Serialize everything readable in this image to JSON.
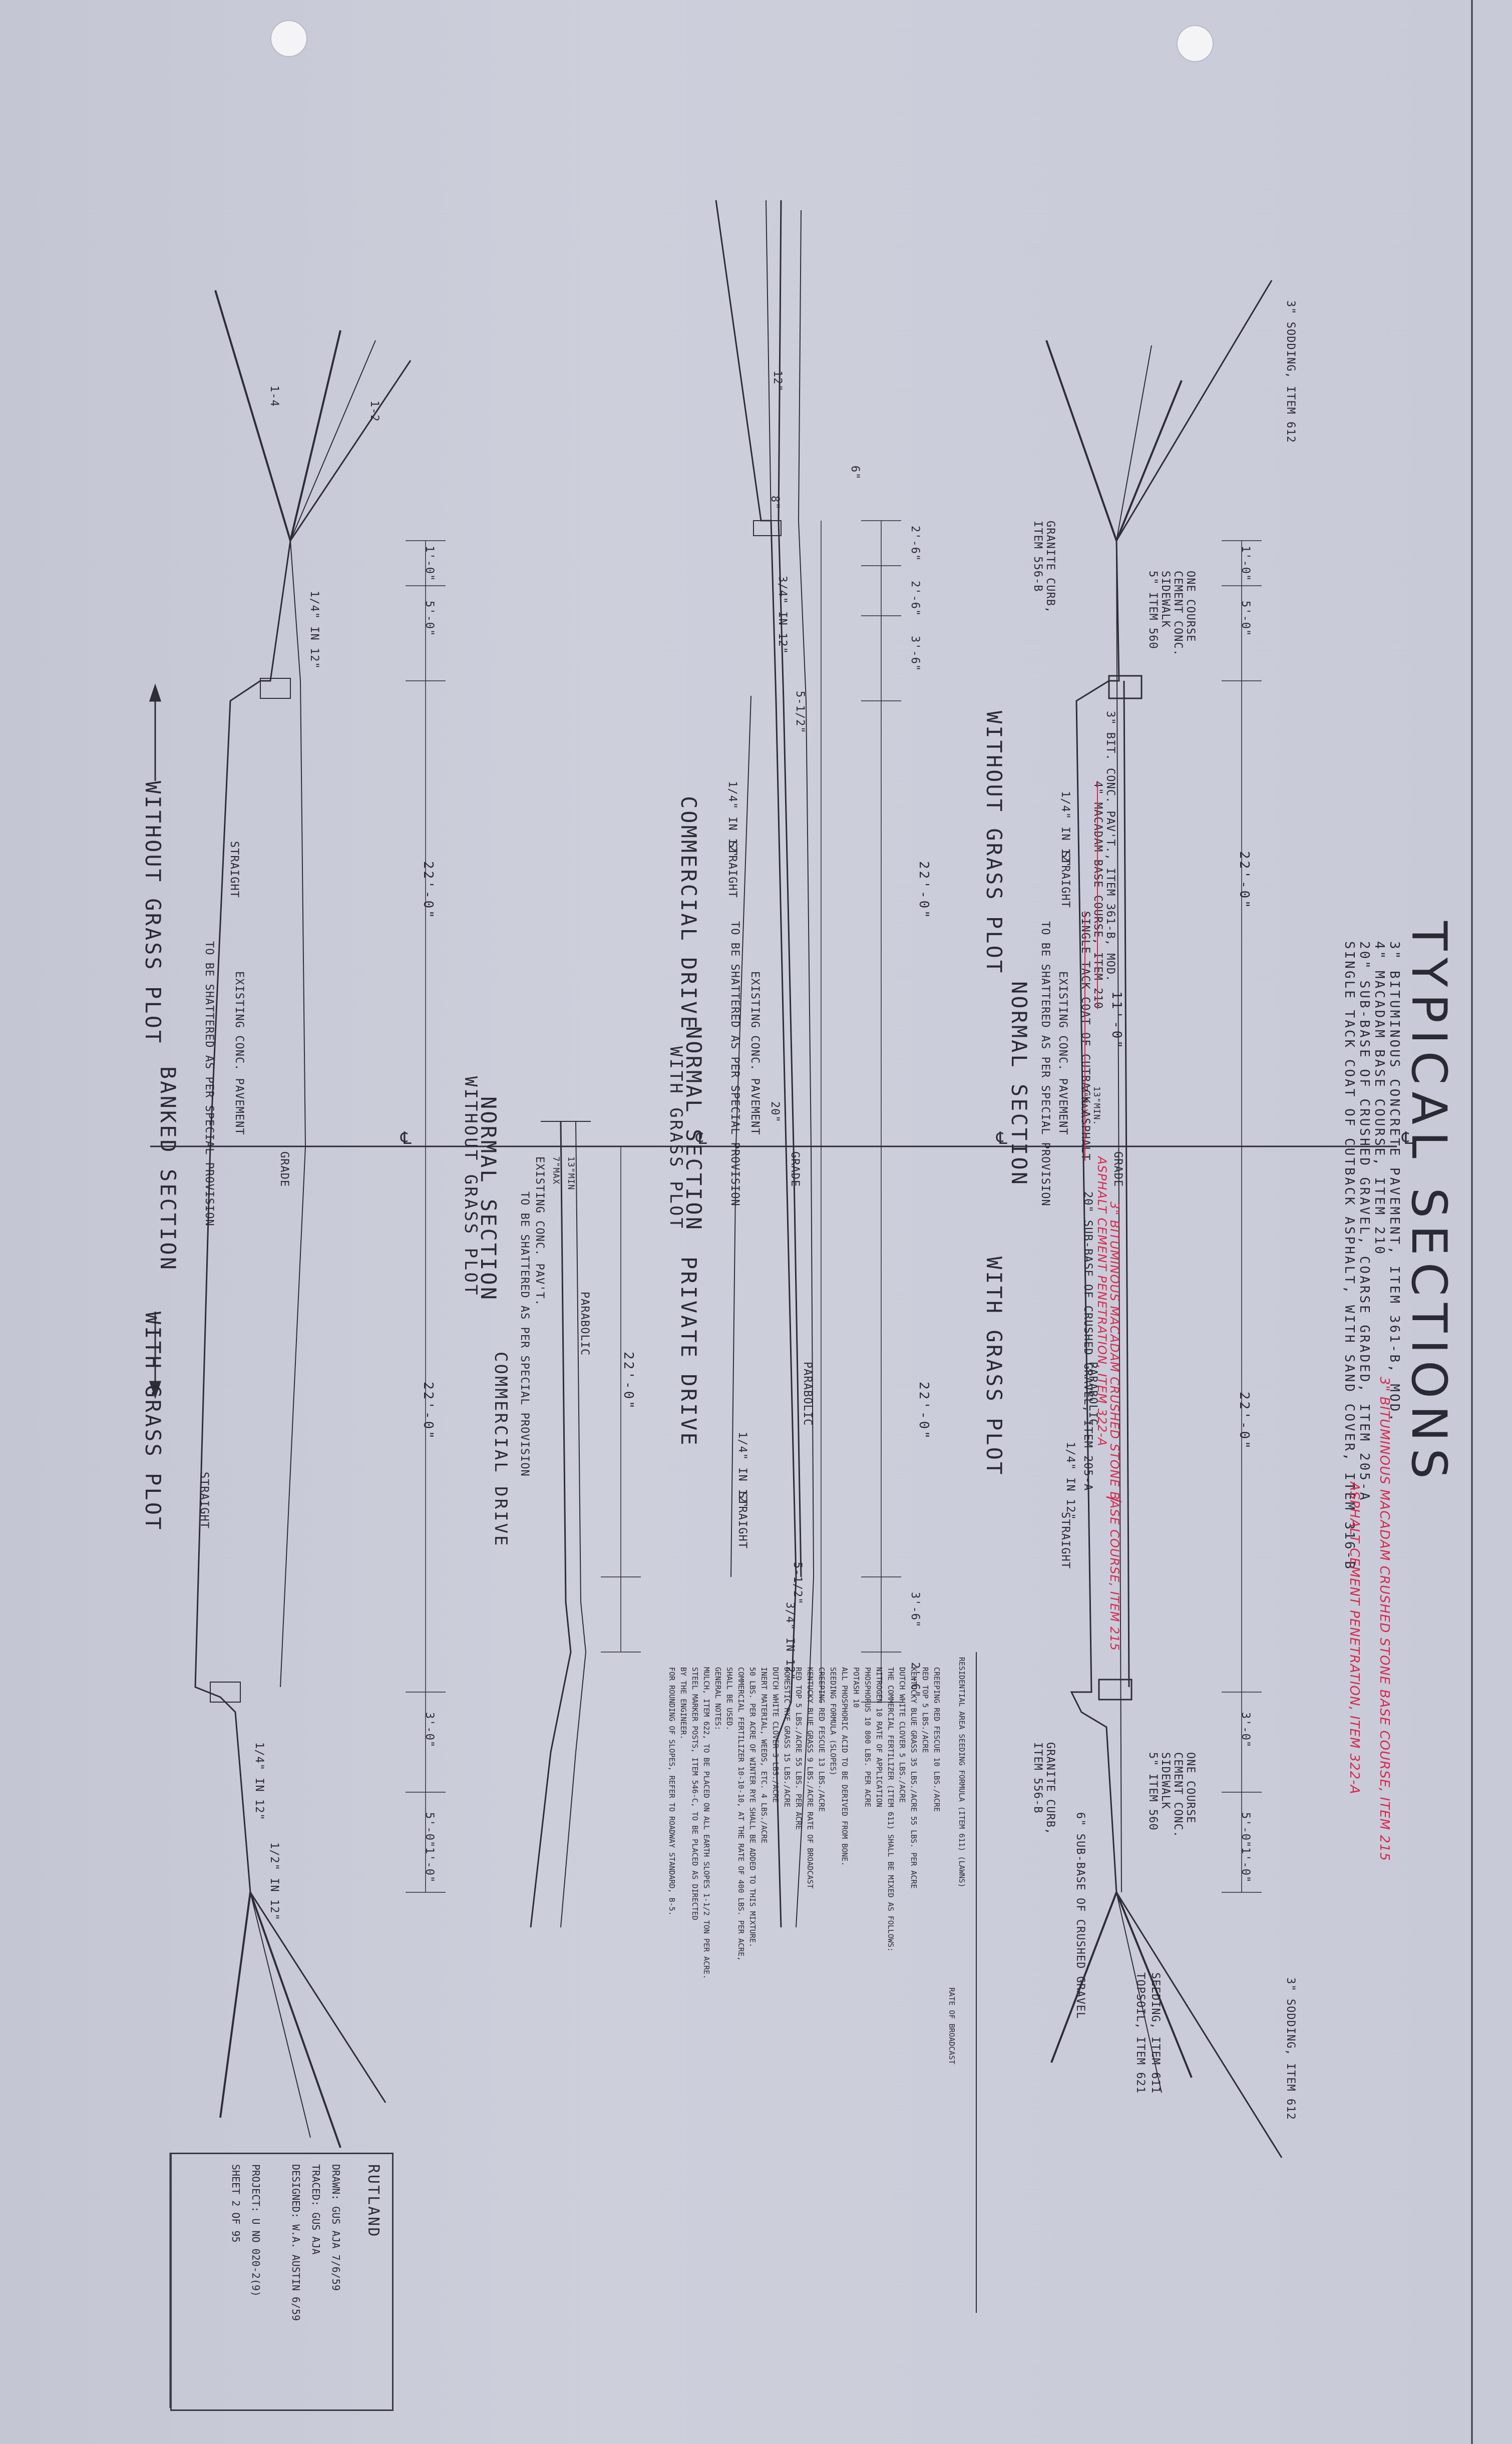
{
  "sheet": {
    "title": "TYPICAL SECTIONS",
    "legend": [
      "3\" BITUMINOUS CONCRETE PAVEMENT, ITEM 361-B, MOD.",
      "4\" MACADAM BASE COURSE, ITEM 210",
      "20\" SUB-BASE OF CRUSHED GRAVEL, COARSE GRADED, ITEM 205-A",
      "SINGLE TACK COAT OF CUTBACK ASPHALT, WITH SAND COVER, ITEM 316-B"
    ],
    "red_annotations": [
      "3\" BITUMINOUS MACADAM CRUSHED STONE BASE COURSE, ITEM 215",
      "ASPHALT CEMENT PENETRATION, ITEM 322-A"
    ]
  },
  "sections": {
    "right": {
      "label_a": "NORMAL SECTION",
      "label_b": "WITHOUT GRASS PLOT",
      "label_c": "WITH GRASS PLOT",
      "sodding": "3\" SODDING, ITEM 612",
      "seeding": "SEEDING, ITEM 611",
      "topsoil": "TOPSOIL, ITEM 621",
      "sidewalk_1": "ONE COURSE",
      "sidewalk_2": "CEMENT CONC.",
      "sidewalk_3": "SIDEWALK",
      "sidewalk_4": "5\" ITEM 560",
      "curb_1": "GRANITE CURB,",
      "curb_2": "ITEM 556-B",
      "bit_conc": "3\" BIT. CONC. PAV'T., ITEM 361-B, MOD.",
      "macadam": "4\" MACADAM BASE COURSE, ITEM 210",
      "tack": "SINGLE TACK COAT OF CUTBACK ASPHALT",
      "existing": "EXISTING CONC. PAVEMENT",
      "shattered": "TO BE SHATTERED AS PER SPECIAL PROVISION",
      "subbase": "20\" SUB-BASE OF CRUSHED GRAVEL, ITEM 205-A",
      "subbase6": "6\" SUB-BASE OF CRUSHED GRAVEL",
      "red_item215": "3\" BITUMINOUS MACADAM CRUSHED STONE BASE COURSE, ITEM 215",
      "red_item322": "ASPHALT CEMENT PENETRATION, ITEM 322-A",
      "dim_22": "22'-0\"",
      "dim_11": "11'-0\"",
      "dim_5": "5'-0\"",
      "dim_3": "3'-0\"",
      "dim_1": "1'-0\"",
      "slope_14": "1/4\" IN 12\"",
      "straight": "STRAIGHT",
      "parabolic": "PARABOLIC",
      "grade": "GRADE",
      "min13": "13\"MIN.",
      "max7": "7\"MAX."
    },
    "middle": {
      "label_a": "NORMAL SECTION",
      "label_b": "WITH GRASS PLOT",
      "label_c": "COMMERCIAL DRIVE",
      "label_d": "PRIVATE DRIVE",
      "dim_2_6": "2'-6\"",
      "dim_3_6": "3'-6\"",
      "dim_22": "22'-0\"",
      "dim_5_12": "5-1/2\"",
      "slope_34": "3/4\" IN 12\"",
      "slope_14": "1/4\" IN 12\"",
      "straight": "STRAIGHT",
      "parabolic": "PARABOLIC",
      "existing": "EXISTING CONC. PAVEMENT",
      "shattered": "TO BE SHATTERED AS PER SPECIAL PROVISION",
      "grade": "GRADE",
      "dim_12": "12\"",
      "dim_6": "6\"",
      "dim_8": "8\"",
      "dim_20": "20\""
    },
    "inner": {
      "label_a": "NORMAL SECTION",
      "label_b": "WITHOUT GRASS PLOT",
      "label_c": "COMMERCIAL DRIVE",
      "existing": "EXISTING CONC. PAV'T.",
      "shattered": "TO BE SHATTERED AS PER SPECIAL PROVISION",
      "parabolic": "PARABOLIC",
      "dim_22": "22'-0\"",
      "min13": "13\"MIN",
      "max7": "7\"MAX"
    },
    "left": {
      "label_a": "BANKED SECTION",
      "label_b": "WITHOUT GRASS PLOT",
      "label_c": "WITH GRASS PLOT",
      "existing": "EXISTING CONC. PAVEMENT",
      "shattered": "TO BE SHATTERED AS PER SPECIAL PROVISION",
      "straight": "STRAIGHT",
      "grade": "GRADE",
      "dim_22": "22'-0\"",
      "dim_5": "5'-0\"",
      "dim_3": "3'-0\"",
      "dim_1": "1'-0\"",
      "slope_14": "1/4\" IN 12\"",
      "slope_12": "1/2\" IN 12\"",
      "slope_1_4": "1-4",
      "slope_1_2": "1-2"
    }
  },
  "notes": {
    "heading": "RESIDENTIAL AREA SEEDING FORMULA (ITEM 611) (LAWNS)",
    "col_rate": "RATE OF BROADCAST",
    "lines": [
      "CREEPING RED FESCUE        10 LBS./ACRE",
      "RED TOP                    5 LBS./ACRE",
      "KENTUCKY BLUE GRASS        35 LBS./ACRE     55 LBS. PER ACRE",
      "DUTCH WHITE CLOVER         5 LBS./ACRE",
      "THE COMMERCIAL FERTILIZER (ITEM 611) SHALL BE MIXED AS FOLLOWS:",
      "NITROGEN                   10      RATE OF APPLICATION",
      "PHOSPHORUS                 10      800 LBS. PER ACRE",
      "POTASH                     10",
      "ALL PHOSPHORIC ACID TO BE DERIVED FROM BONE.",
      "SEEDING FORMULA (SLOPES)",
      "CREEPING RED FESCUE        13 LBS./ACRE",
      "KENTUCKY BLUE GRASS        9 LBS./ACRE    RATE OF BROADCAST",
      "RED TOP                    5 LBS./ACRE    55 LBS. PER ACRE",
      "DOMESTIC RYE GRASS         15 LBS./ACRE",
      "DUTCH WHITE CLOVER         3 LBS./ACRE",
      "INERT MATERIAL, WEEDS, ETC.  4 LBS./ACRE",
      "50 LBS. PER ACRE OF WINTER RYE SHALL BE ADDED TO THIS MIXTURE.",
      "COMMERCIAL FERTILIZER 10-10-10, AT THE RATE OF 400 LBS. PER ACRE,",
      "SHALL BE USED.",
      "GENERAL NOTES:",
      "MULCH, ITEM 622, TO BE PLACED ON ALL EARTH SLOPES 1-1/2 TON PER ACRE.",
      "STEEL MARKER POSTS, ITEM 546-C, TO BE PLACED AS DIRECTED",
      "BY THE ENGINEER.",
      "FOR ROUNDING OF SLOPES, REFER TO ROADWAY STANDARD, B-5."
    ]
  },
  "titleblock": {
    "town": "RUTLAND",
    "drawn": "DRAWN:   GUS AJA    7/6/59",
    "traced": "TRACED:  GUS AJA",
    "designed": "DESIGNED:  W.A. AUSTIN  6/59",
    "project": "PROJECT: U NO 020-2(9)",
    "sheet": "SHEET  2   OF 95"
  }
}
